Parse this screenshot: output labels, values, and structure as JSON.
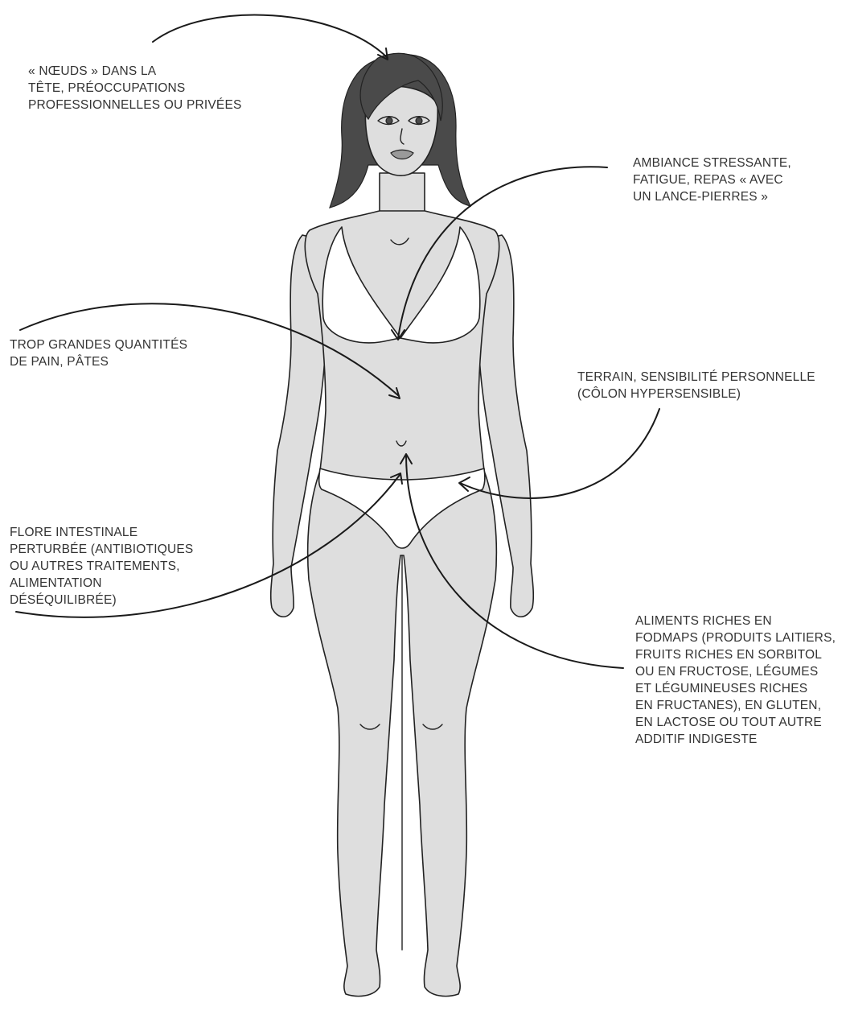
{
  "labels": {
    "head": [
      "« NŒUDS » DANS LA",
      "TÊTE, PRÉOCCUPATIONS",
      "PROFESSIONNELLES OU PRIVÉES"
    ],
    "stress": [
      "AMBIANCE STRESSANTE,",
      "FATIGUE, REPAS « AVEC",
      "UN LANCE-PIERRES »"
    ],
    "bread": [
      "TROP GRANDES QUANTITÉS",
      "DE PAIN, PÂTES"
    ],
    "terrain": [
      "TERRAIN, SENSIBILITÉ PERSONNELLE",
      "(CÔLON HYPERSENSIBLE)"
    ],
    "flora": [
      "FLORE INTESTINALE",
      "PERTURBÉE (ANTIBIOTIQUES",
      "OU AUTRES TRAITEMENTS,",
      "ALIMENTATION",
      "DÉSÉQUILIBRÉE)"
    ],
    "fodmaps": [
      "ALIMENTS RICHES EN",
      "FODMAPS (PRODUITS LAITIERS,",
      "FRUITS RICHES EN SORBITOL",
      "OU EN FRUCTOSE, LÉGUMES",
      "ET LÉGUMINEUSES RICHES",
      "EN FRUCTANES), EN GLUTEN,",
      "EN LACTOSE OU TOUT AUTRE",
      "ADDITIF INDIGESTE"
    ]
  }
}
